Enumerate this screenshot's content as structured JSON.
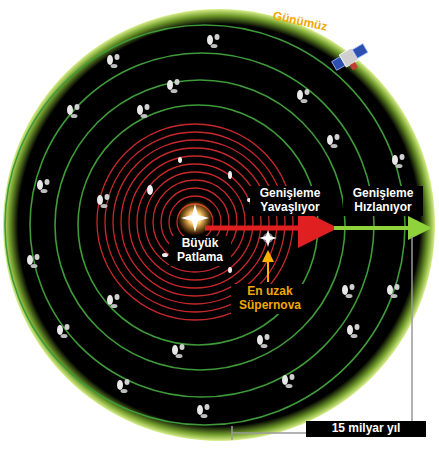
{
  "diagram": {
    "labels": [
      "Günümüz",
      "Genişleme Yavaşlıyor",
      "Genişleme Hızlanıyor",
      "Büyük Patlama",
      "En uzak Süpernova",
      "15 milyar yıl"
    ]
  }
}
